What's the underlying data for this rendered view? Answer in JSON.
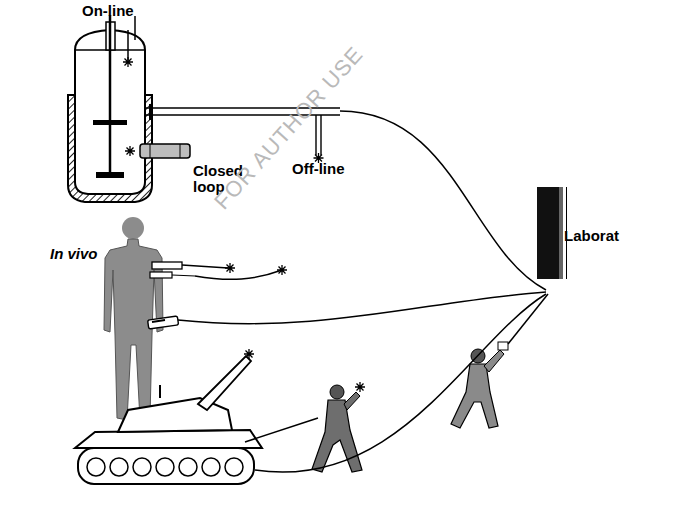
{
  "diagram": {
    "nodes": [
      {
        "text": [
          "Laborat"
        ]
      }
    ],
    "labels": [
      "On-line",
      "Closed loop",
      "Off-line",
      "In vivo",
      "FOR AUTHOR USE"
    ]
  }
}
